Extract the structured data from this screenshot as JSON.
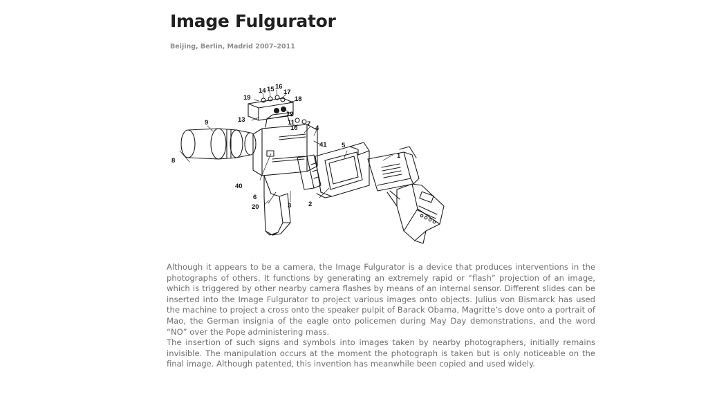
{
  "article": {
    "title": "Image Fulgurator",
    "subtitle": "Beijing, Berlin, Madrid 2007–2011",
    "figure": {
      "labels": {
        "l1": "1",
        "l2": "2",
        "l3": "3",
        "l4": "4",
        "l5": "5",
        "l6": "6",
        "l7": "7",
        "l8": "8",
        "l9": "9",
        "l10": "10",
        "l11": "11",
        "l12": "12",
        "l13": "13",
        "l14": "14",
        "l15": "15",
        "l16": "16",
        "l17": "17",
        "l18": "18",
        "l19": "19",
        "l20": "20",
        "l40": "40",
        "l41": "41"
      }
    },
    "paragraphs": [
      "Although it appears to be a camera, the Image Fulgurator is a device that produces interventions in the photographs of others. It functions by generating an extremely rapid or “flash” projection of an image, which is triggered by other nearby camera flashes by means of an internal sensor. Different slides can be inserted into the Image Fulgurator to project various images onto objects. Julius von Bismarck has used the machine to project a cross onto the speaker pulpit of Barack Obama, Magritte’s dove onto a portrait of Mao, the German insignia of the eagle onto policemen during May Day demonstrations, and the word “NO” over the Pope administering mass.",
      "The insertion of such signs and symbols into images taken by nearby photographers, initially remains invisible. The manipulation occurs at the moment the photograph is taken but is only noticeable on the final image. Although patented, this invention has meanwhile been copied and used widely."
    ]
  }
}
